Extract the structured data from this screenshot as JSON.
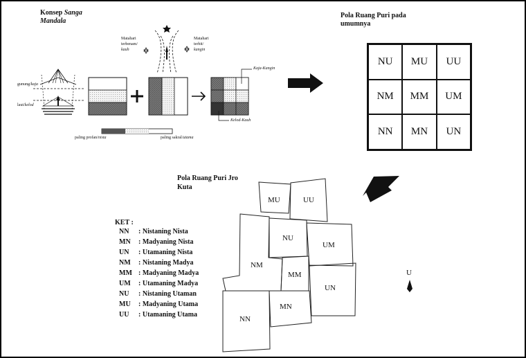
{
  "concept": {
    "title_prefix": "Konsep",
    "title_italic1": "Sanga",
    "title_italic2": "Mandala",
    "gunung": "gunung/",
    "kaja": "kaja",
    "laut": "laut/",
    "kelod": "kelod",
    "sunset1": "Matahari",
    "sunset2": "terbenam/",
    "kauh": "kauh",
    "sunrise1": "Matahari",
    "sunrise2": "terbit/",
    "kangin": "kangin",
    "kaja_kangin": "Kaja-Kangin",
    "kelod_kauh": "Kelod-Kauh",
    "profane": "paling profan/",
    "nista": "nista",
    "sacred": "paling sakral/",
    "utama": "utama"
  },
  "general": {
    "title_line1": "Pola Ruang Puri pada",
    "title_line2": "umumnya",
    "grid": [
      "NU",
      "MU",
      "UU",
      "NM",
      "MM",
      "UM",
      "NN",
      "MN",
      "UN"
    ]
  },
  "jro": {
    "title_line1": "Pola Ruang Puri Jro",
    "title_line2": "Kuta",
    "rooms": {
      "mu": "MU",
      "uu": "UU",
      "nu": "NU",
      "um": "UM",
      "nm": "NM",
      "mm": "MM",
      "un": "UN",
      "mn": "MN",
      "nn": "NN"
    },
    "north": "U"
  },
  "legend": {
    "heading": "KET :",
    "items": [
      {
        "code": "NN",
        "name": "Nistaning Nista"
      },
      {
        "code": "MN",
        "name": "Madyaning Nista"
      },
      {
        "code": "UN",
        "name": "Utamaning Nista"
      },
      {
        "code": "NM",
        "name": "Nistaning Madya"
      },
      {
        "code": "MM",
        "name": "Madyaning Madya"
      },
      {
        "code": "UM",
        "name": "Utamaning Madya"
      },
      {
        "code": "NU",
        "name": "Nistaning Utaman"
      },
      {
        "code": "MU",
        "name": "Madyaning Utama"
      },
      {
        "code": "UU",
        "name": "Utamaning Utama"
      }
    ]
  }
}
